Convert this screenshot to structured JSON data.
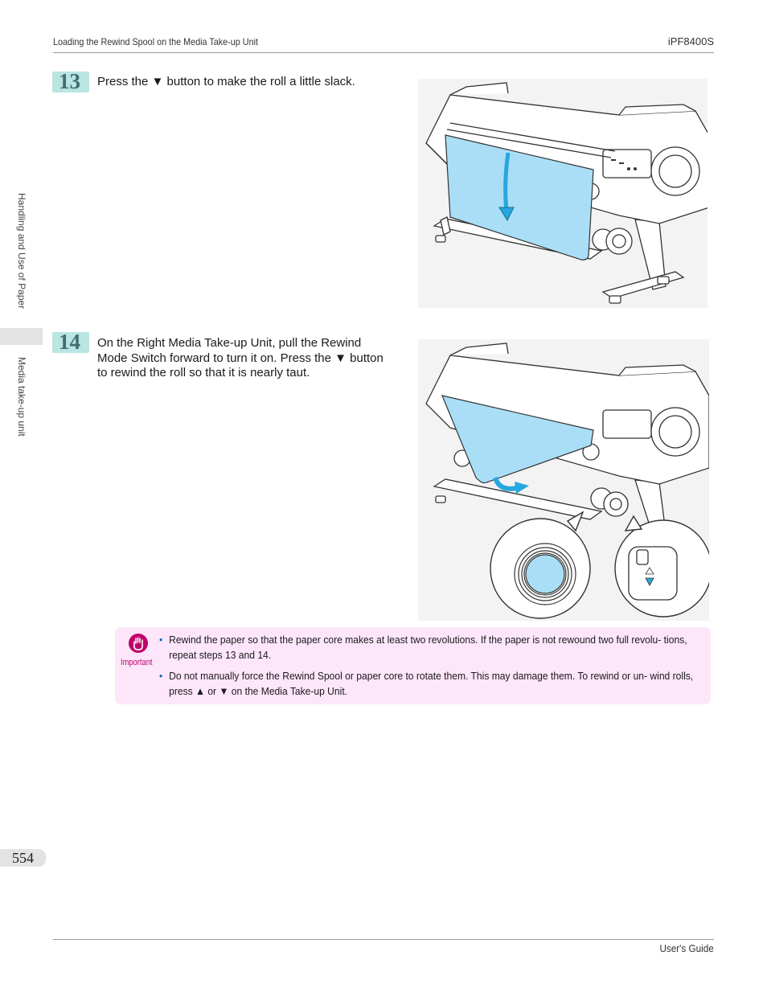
{
  "header": {
    "section_title": "Loading the Rewind Spool on the Media Take-up Unit",
    "model": "iPF8400S"
  },
  "sidebar": {
    "chapter": "Handling and Use of Paper",
    "section": "Media take-up unit"
  },
  "steps": [
    {
      "number": "13",
      "text": "Press the ▼ button to make the roll a little slack."
    },
    {
      "number": "14",
      "text_lines": [
        "On the Right Media Take-up Unit, pull the Rewind",
        "Mode Switch forward to turn it on. Press the ▼ button",
        "to rewind the roll so that it is nearly taut."
      ]
    }
  ],
  "important": {
    "label": "Important",
    "items": [
      "Rewind the paper so that the paper core makes at least two revolutions. If the paper is not rewound two full revolu- tions, repeat steps 13 and 14.",
      "Do not manually force the Rewind Spool or paper core to rotate them. This may damage them. To rewind or un- wind rolls, press ▲ or ▼ on the Media Take-up Unit."
    ]
  },
  "footer": {
    "page_number": "554",
    "guide": "User's Guide"
  },
  "colors": {
    "step_badge": "#b9e5e3",
    "paper": "#a9def6",
    "arrow": "#27a7e0",
    "important_bg": "#fde6fa",
    "important_accent": "#c0006d"
  }
}
